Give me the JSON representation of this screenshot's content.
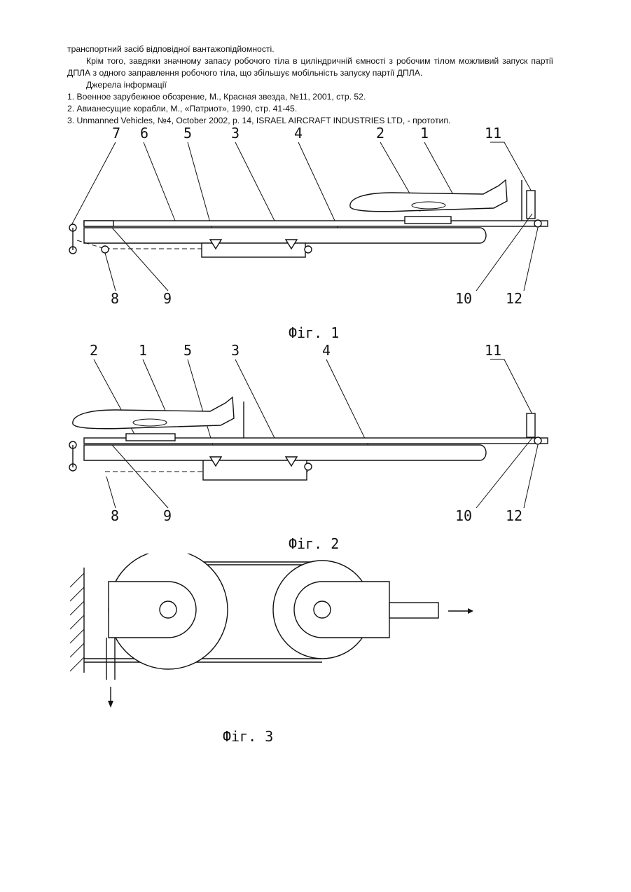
{
  "text": {
    "line1": "транспортний засіб відповідної вантажопідйомності.",
    "para2": "Крім того, завдяки значному запасу робочого тіла в циліндричній ємності з робочим тілом можливий запуск партії ДПЛА з одного заправлення робочого тіла, що збільшує мобільність запуску партії ДПЛА.",
    "sources_heading": "Джерела інформації",
    "refs": [
      "1. Военное зарубежное обозрение, М., Красная звезда, №11, 2001, стр. 52.",
      "2. Авианесущие корабли, М., «Патриот», 1990, стр. 41-45.",
      "3. Unmanned Vehicles, №4, October 2002, p. 14, ISRAEL AIRCRAFT INDUSTRIES LTD, - прототип."
    ]
  },
  "fig1": {
    "caption": "Фіг. 1",
    "labels_top": [
      "7",
      "6",
      "5",
      "3",
      "4",
      "2",
      "1",
      "11"
    ],
    "labels_bottom": [
      "8",
      "9",
      "10",
      "12"
    ]
  },
  "fig2": {
    "caption": "Фіг. 2",
    "labels_top": [
      "2",
      "1",
      "5",
      "3",
      "4",
      "11"
    ],
    "labels_bottom": [
      "8",
      "9",
      "10",
      "12"
    ]
  },
  "fig3": {
    "caption": "Фіг. 3"
  }
}
